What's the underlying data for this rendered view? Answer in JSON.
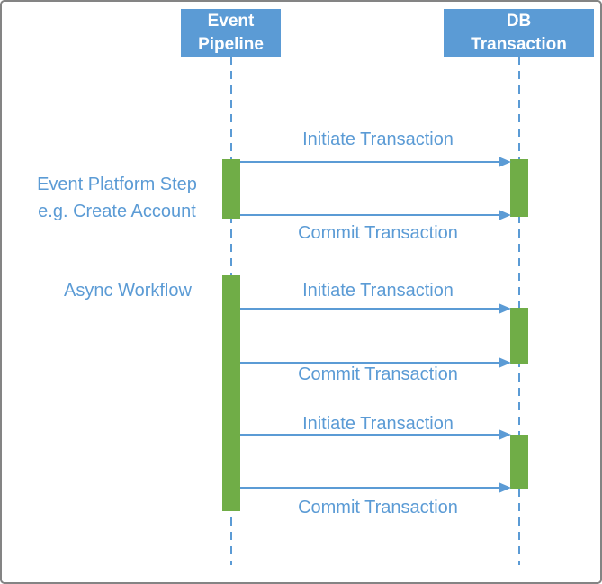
{
  "diagram_type": "sequence-diagram",
  "actors": [
    {
      "name": "Event Pipeline",
      "lines": [
        "Event",
        "Pipeline"
      ]
    },
    {
      "name": "DB Transaction",
      "lines": [
        "DB",
        "Transaction"
      ]
    }
  ],
  "annotations": [
    {
      "text": "Event Platform Step e.g. Create Account",
      "lines": [
        "Event Platform Step",
        "e.g. Create Account"
      ]
    },
    {
      "text": "Async Workflow",
      "lines": [
        "Async Workflow"
      ]
    }
  ],
  "messages": [
    {
      "label": "Initiate Transaction",
      "from": "Event Pipeline",
      "to": "DB Transaction"
    },
    {
      "label": "Commit Transaction",
      "from": "Event Pipeline",
      "to": "DB Transaction"
    },
    {
      "label": "Initiate Transaction",
      "from": "Event Pipeline",
      "to": "DB Transaction"
    },
    {
      "label": "Commit Transaction",
      "from": "Event Pipeline",
      "to": "DB Transaction"
    },
    {
      "label": "Initiate Transaction",
      "from": "Event Pipeline",
      "to": "DB Transaction"
    },
    {
      "label": "Commit Transaction",
      "from": "Event Pipeline",
      "to": "DB Transaction"
    }
  ],
  "colors": {
    "actor_fill": "#5B9BD5",
    "actor_text": "#FFFFFF",
    "activation_fill": "#70AD47",
    "message_line": "#5B9BD5",
    "label_text": "#5B9BD5",
    "lifeline": "#5B9BD5",
    "frame_border": "#848484",
    "background": "#FFFFFF"
  }
}
